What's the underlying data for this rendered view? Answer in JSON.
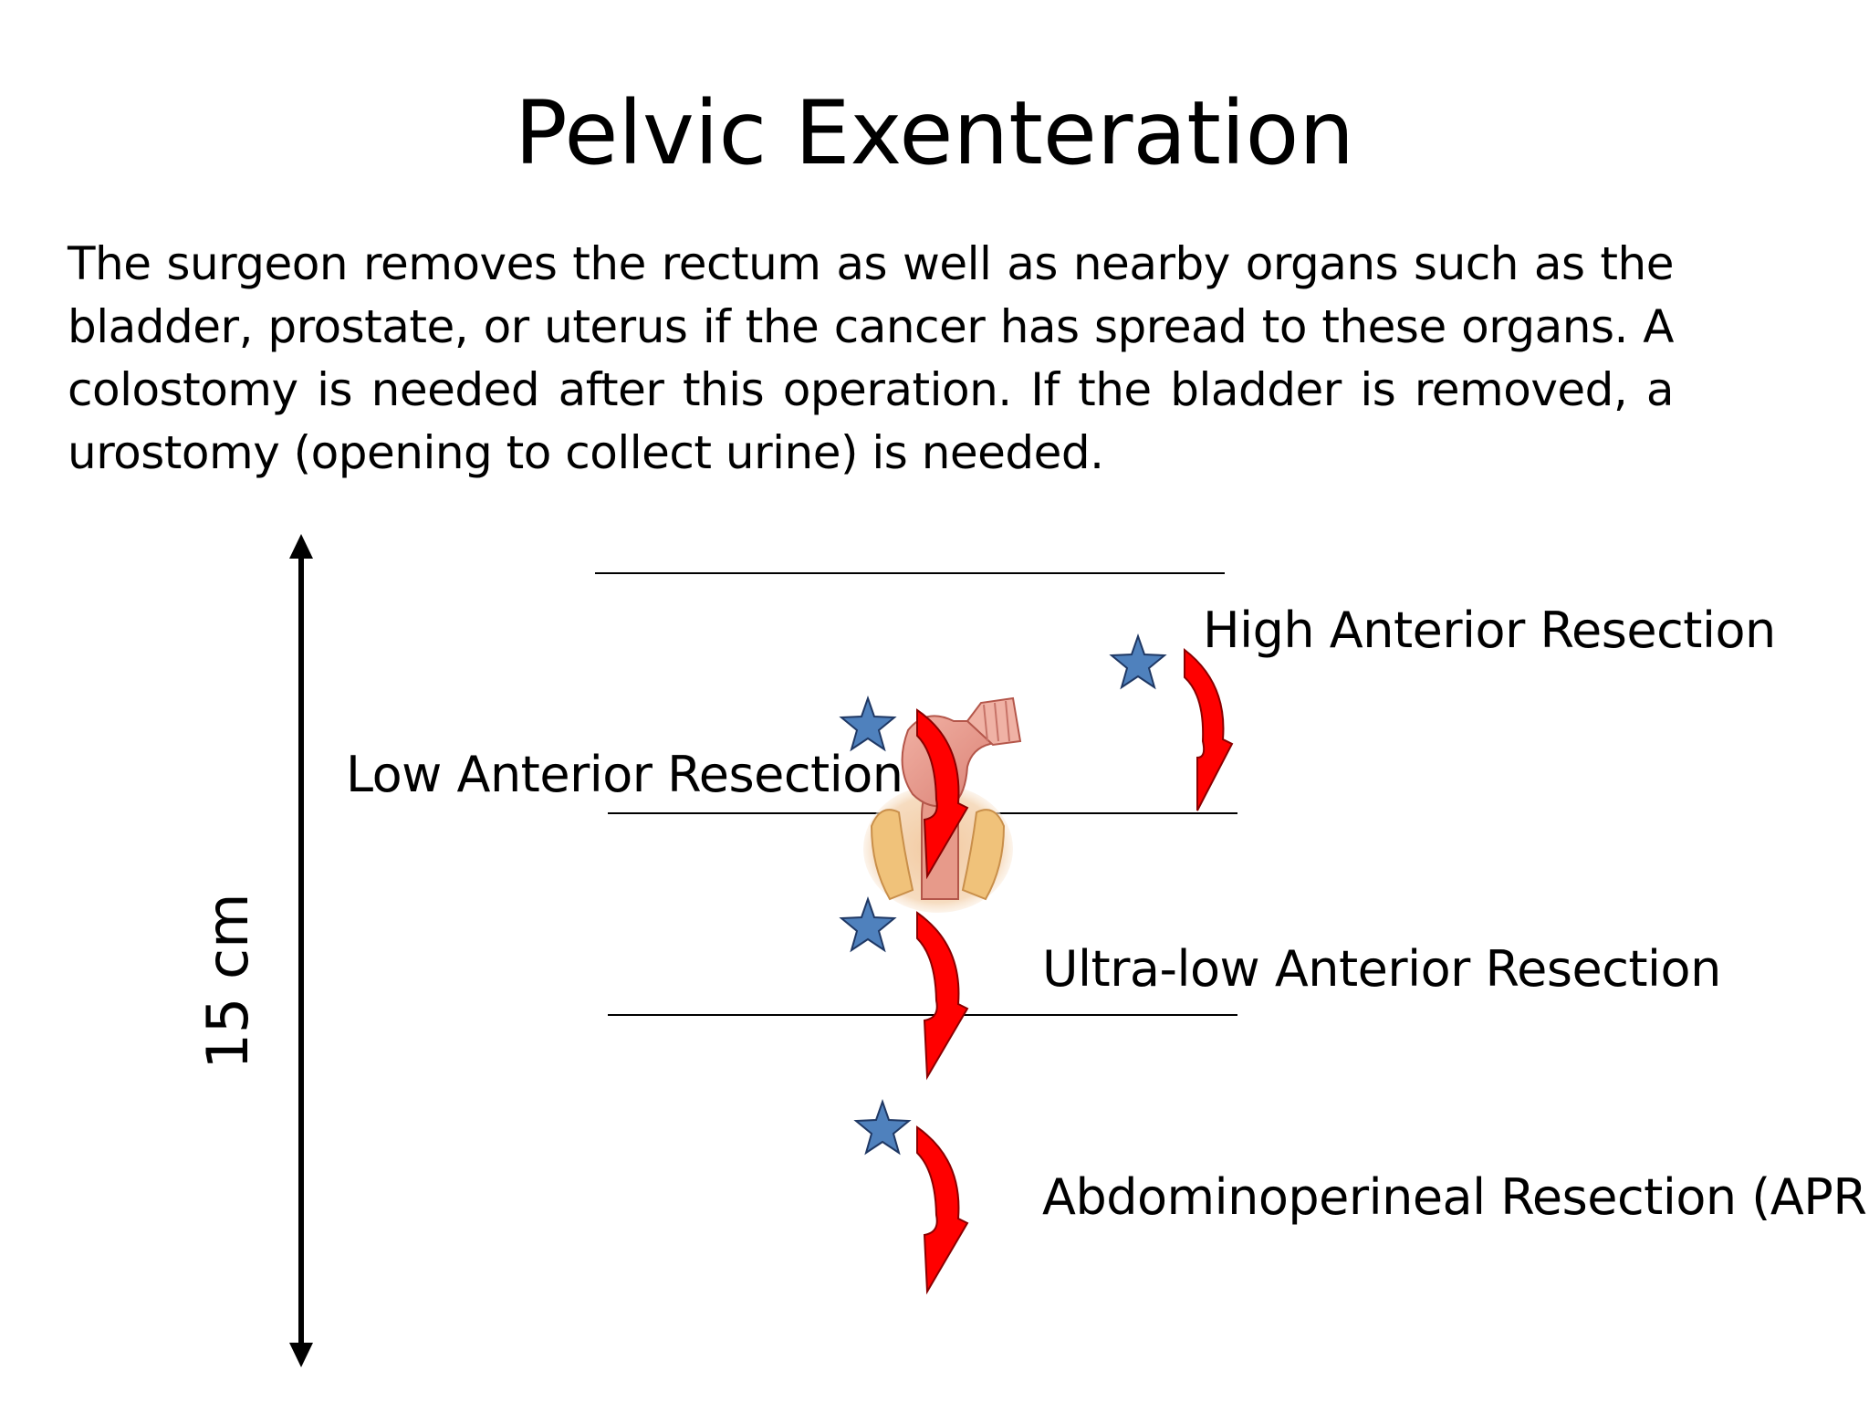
{
  "slide": {
    "title": "Pelvic Exenteration",
    "body": "The surgeon removes the rectum as well as nearby organs such as the bladder, prostate, or uterus if the cancer has spread to these organs. A colostomy is needed after this operation. If the bladder is removed, a urostomy (opening to collect urine) is needed."
  },
  "diagram": {
    "axis_label": "15 cm",
    "labels": {
      "high": "High Anterior Resection",
      "low": "Low Anterior Resection",
      "ultra_low": "Ultra-low Anterior Resection",
      "apr": "Abdominoperineal Resection (APR)"
    },
    "colors": {
      "arrow_red": "#ff0000",
      "arrow_outline": "#8b0000",
      "star_blue": "#4f81bd",
      "star_outline": "#1f3864",
      "line": "#000000"
    }
  }
}
